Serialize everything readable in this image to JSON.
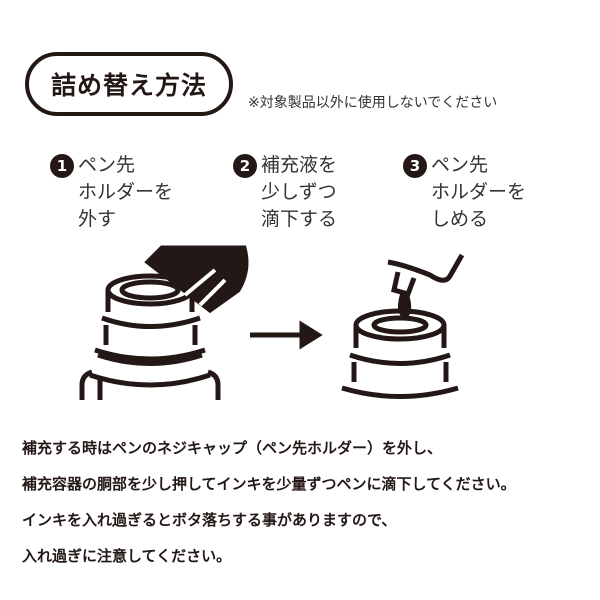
{
  "title": "詰め替え方法",
  "note": "※対象製品以外に使用しないでください",
  "steps": [
    {
      "number": "1",
      "text": "ペン先\nホルダーを\n外す"
    },
    {
      "number": "2",
      "text": "補充液を\n少しずつ\n滴下する"
    },
    {
      "number": "3",
      "text": "ペン先\nホルダーを\nしめる"
    }
  ],
  "instructions": [
    "補充する時はペンのネジキャップ（ペン先ホルダー）を外し、",
    "補充容器の胴部を少し押してインキを少量ずつペンに滴下してください。",
    "インキを入れ過ぎるとボタ落ちする事がありますので、",
    "入れ過ぎに注意してください。"
  ]
}
